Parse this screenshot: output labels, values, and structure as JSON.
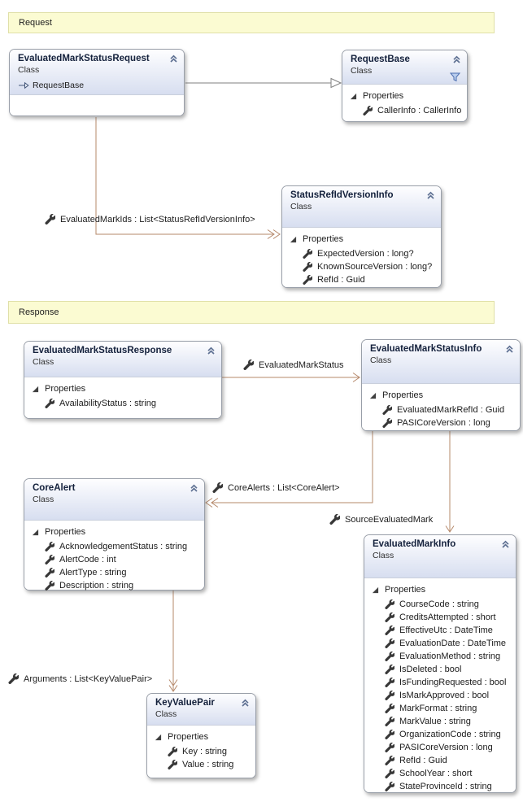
{
  "diagram_title": "PASI EvaluatedMarkStatus class diagram",
  "colors": {
    "connector": "#b5886a",
    "inheritance_line": "#7f7f7f",
    "banner_bg": "#fbfbd2",
    "banner_border": "#e0e0a8",
    "box_border": "#999fa9",
    "header_gradient_top": "#fefeff",
    "header_gradient_bottom": "#d7def0",
    "title_text": "#14213c",
    "chevron_icon": "#5f7193",
    "funnel_icon": "#4c6fb0",
    "wrench_icon": "#383838"
  },
  "icons": {
    "collapse": "chevron-double-up-icon",
    "property": "wrench-icon",
    "section_expanded": "triangle-expander-icon",
    "inherits": "arrow-right-hollow-icon",
    "filter": "funnel-icon"
  },
  "banners": [
    {
      "label": "Request"
    },
    {
      "label": "Response"
    }
  ],
  "classes": [
    {
      "title": "EvaluatedMarkStatusRequest",
      "stereotype": "Class",
      "inherits": "RequestBase",
      "properties_header": null,
      "properties": []
    },
    {
      "title": "RequestBase",
      "stereotype": "Class",
      "has_filter": true,
      "properties_header": "Properties",
      "properties": [
        "CallerInfo : CallerInfo"
      ]
    },
    {
      "title": "StatusRefIdVersionInfo",
      "stereotype": "Class",
      "properties_header": "Properties",
      "properties": [
        "ExpectedVersion : long?",
        "KnownSourceVersion : long?",
        "RefId : Guid"
      ]
    },
    {
      "title": "EvaluatedMarkStatusResponse",
      "stereotype": "Class",
      "properties_header": "Properties",
      "properties": [
        "AvailabilityStatus : string"
      ]
    },
    {
      "title": "EvaluatedMarkStatusInfo",
      "stereotype": "Class",
      "properties_header": "Properties",
      "properties": [
        "EvaluatedMarkRefId : Guid",
        "PASICoreVersion : long"
      ]
    },
    {
      "title": "CoreAlert",
      "stereotype": "Class",
      "properties_header": "Properties",
      "properties": [
        "AcknowledgementStatus : string",
        "AlertCode : int",
        "AlertType : string",
        "Description : string"
      ]
    },
    {
      "title": "EvaluatedMarkInfo",
      "stereotype": "Class",
      "properties_header": "Properties",
      "properties": [
        "CourseCode : string",
        "CreditsAttempted : short",
        "EffectiveUtc : DateTime",
        "EvaluationDate : DateTime",
        "EvaluationMethod : string",
        "IsDeleted : bool",
        "IsFundingRequested : bool",
        "IsMarkApproved : bool",
        "MarkFormat : string",
        "MarkValue : string",
        "OrganizationCode : string",
        "PASICoreVersion : long",
        "RefId : Guid",
        "SchoolYear : short",
        "StateProvinceId : string"
      ]
    },
    {
      "title": "KeyValuePair",
      "stereotype": "Class",
      "properties_header": "Properties",
      "properties": [
        "Key : string",
        "Value : string"
      ]
    }
  ],
  "connector_labels": [
    {
      "text": "EvaluatedMarkIds : List<StatusRefIdVersionInfo>"
    },
    {
      "text": "EvaluatedMarkStatus"
    },
    {
      "text": "CoreAlerts : List<CoreAlert>"
    },
    {
      "text": "SourceEvaluatedMark"
    },
    {
      "text": "Arguments : List<KeyValuePair>"
    }
  ]
}
